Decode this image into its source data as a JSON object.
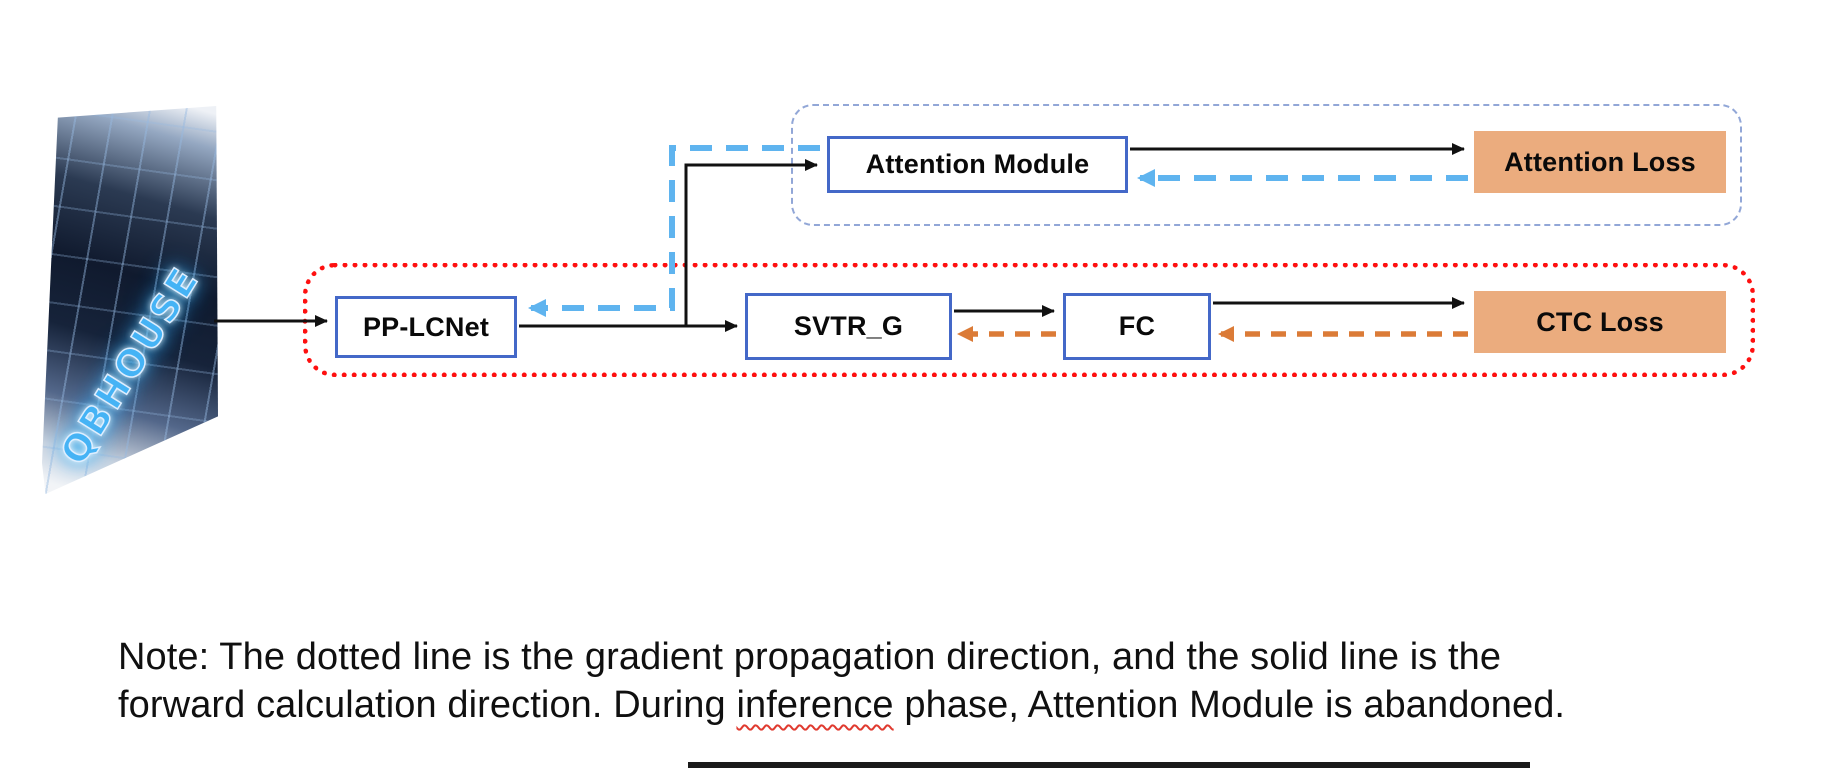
{
  "diagram": {
    "input_image": {
      "sign_text": "QBHOUSE"
    },
    "nodes": {
      "pp_lcnet": "PP-LCNet",
      "svtr_g": "SVTR_G",
      "fc": "FC",
      "ctc_loss": "CTC Loss",
      "attention_module": "Attention Module",
      "attention_loss": "Attention Loss"
    },
    "note": {
      "line1": "Note: The dotted line is the gradient propagation direction, and the solid line is the",
      "line2_pre": "forward calculation direction. During ",
      "line2_word": "inference",
      "line2_post": " phase, Attention Module is abandoned."
    },
    "colors": {
      "node_border": "#4468C8",
      "loss_fill": "#EBAC7E",
      "forward_line": "#111111",
      "gradient_blue": "#5FB4EF",
      "gradient_orange": "#DB7B37",
      "train_outline_red": "#FE1010",
      "attention_outline_blue": "#92A7D7"
    }
  }
}
